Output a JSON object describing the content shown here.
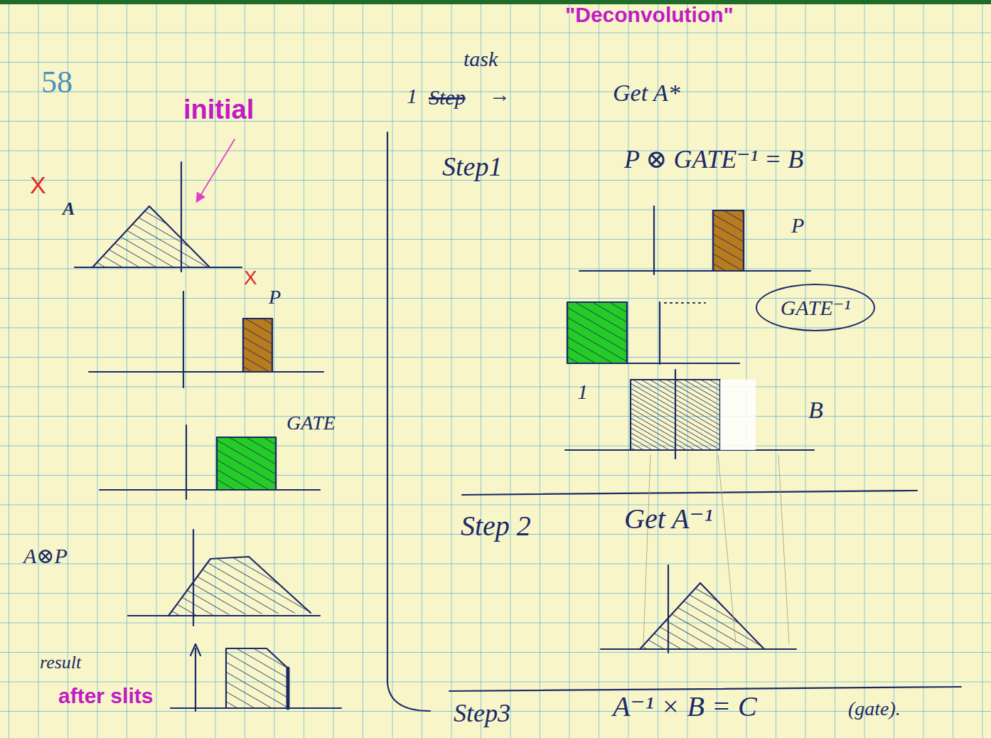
{
  "diagram": {
    "title": "\"Deconvolution\"",
    "nodes": [
      {
        "text": [
          "GATE⁻¹"
        ]
      }
    ],
    "labels": [
      "58",
      "initial",
      "X",
      "A",
      "X",
      "P",
      "GATE",
      "A⊗P",
      "result",
      "after slits",
      "task",
      "1",
      "Step",
      "→",
      "Get A*",
      "Step1",
      "P ⊗ GATE⁻¹ = B",
      "P",
      "1",
      "B",
      "Step 2",
      "Get A⁻¹",
      "Step3",
      "A⁻¹ × B = C",
      "(gate)."
    ]
  }
}
